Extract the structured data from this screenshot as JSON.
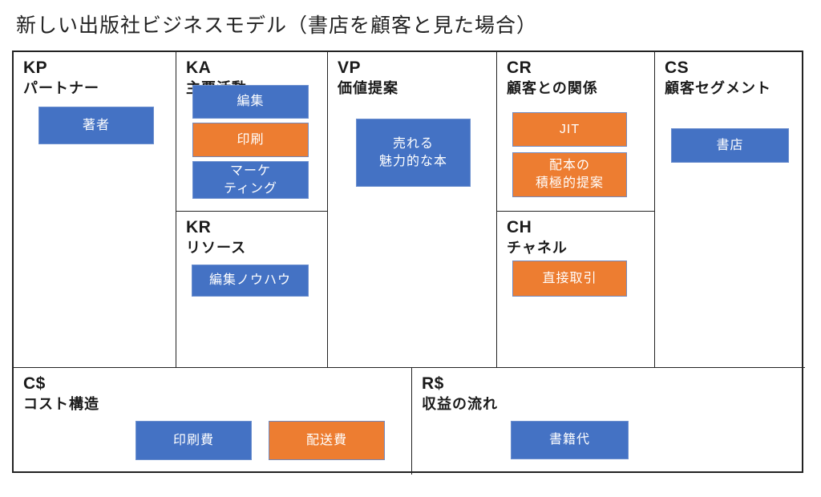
{
  "title": "新しい出版社ビジネスモデル（書店を顧客と見た場合）",
  "colors": {
    "box_blue_fill": "#4472C4",
    "box_blue_border": "#6c8fce",
    "box_orange_fill": "#ED7D31",
    "box_orange_border": "#7289be",
    "grid_line": "#222222",
    "box_text": "#ffffff",
    "heading_text": "#1a1a1a"
  },
  "sections": {
    "kp": {
      "code": "KP",
      "label": "パートナー"
    },
    "ka": {
      "code": "KA",
      "label": "主要活動"
    },
    "kr": {
      "code": "KR",
      "label": "リソース"
    },
    "vp": {
      "code": "VP",
      "label": "価値提案"
    },
    "cr": {
      "code": "CR",
      "label": "顧客との関係"
    },
    "ch": {
      "code": "CH",
      "label": "チャネル"
    },
    "cs": {
      "code": "CS",
      "label": "顧客セグメント"
    },
    "cost": {
      "code": "C$",
      "label": "コスト構造"
    },
    "revenue": {
      "code": "R$",
      "label": "収益の流れ"
    }
  },
  "items": {
    "authors": {
      "text": "著者",
      "color": "blue"
    },
    "editing": {
      "text": "編集",
      "color": "blue"
    },
    "printing": {
      "text": "印刷",
      "color": "orange"
    },
    "marketing": {
      "text": "マーケ\nティング",
      "color": "blue"
    },
    "editing_knowhow": {
      "text": "編集ノウハウ",
      "color": "blue"
    },
    "sellable_books": {
      "text": "売れる\n魅力的な本",
      "color": "blue"
    },
    "jit": {
      "text": "JIT",
      "color": "orange"
    },
    "proactive_delivery": {
      "text": "配本の\n積極的提案",
      "color": "orange"
    },
    "direct_trade": {
      "text": "直接取引",
      "color": "orange"
    },
    "bookstore": {
      "text": "書店",
      "color": "blue"
    },
    "printing_cost": {
      "text": "印刷費",
      "color": "blue"
    },
    "shipping_cost": {
      "text": "配送費",
      "color": "orange"
    },
    "book_sales": {
      "text": "書籍代",
      "color": "blue"
    }
  }
}
